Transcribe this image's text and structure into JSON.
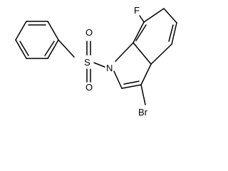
{
  "diagram": {
    "atom_labels": {
      "fluorine": "F",
      "sulfur": "S",
      "oxygen_top": "O",
      "oxygen_bottom": "O",
      "nitrogen": "N",
      "bromine": "Br"
    }
  }
}
